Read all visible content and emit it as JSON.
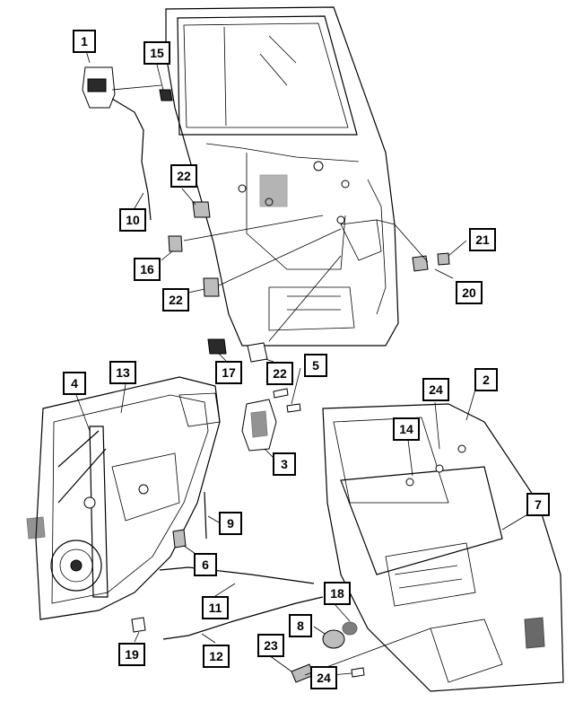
{
  "callouts": {
    "c1": "1",
    "c2": "2",
    "c3": "3",
    "c4": "4",
    "c5": "5",
    "c6": "6",
    "c7": "7",
    "c8": "8",
    "c9": "9",
    "c10": "10",
    "c11": "11",
    "c12": "12",
    "c13": "13",
    "c14": "14",
    "c15": "15",
    "c16": "16",
    "c17": "17",
    "c18": "18",
    "c19": "19",
    "c20": "20",
    "c21": "21",
    "c22a": "22",
    "c22b": "22",
    "c22c": "22",
    "c23": "23",
    "c24a": "24",
    "c24b": "24"
  }
}
